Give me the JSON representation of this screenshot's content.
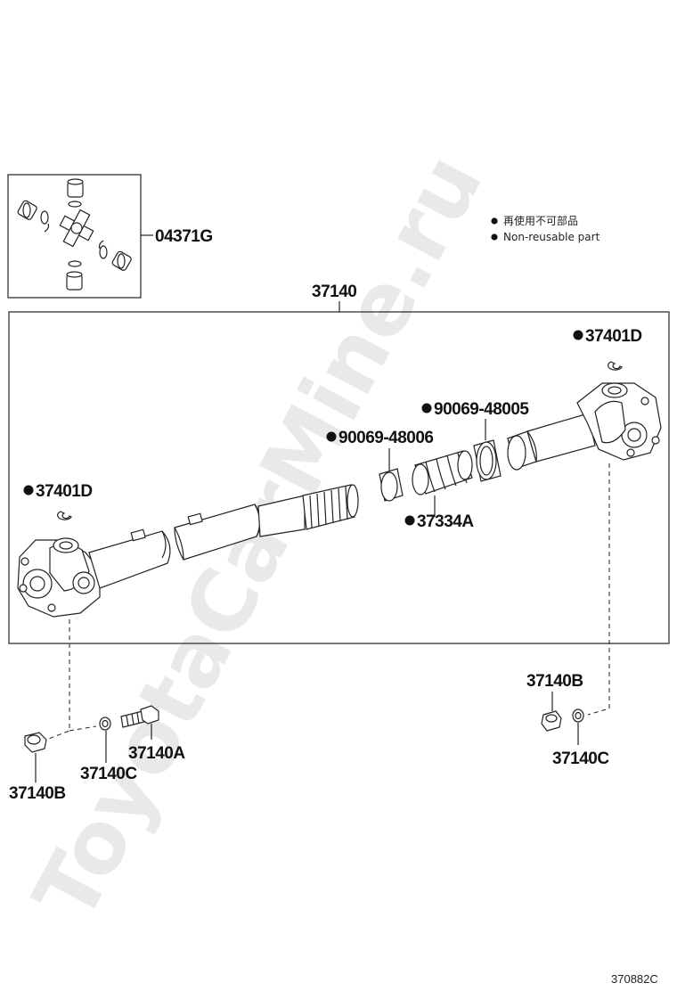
{
  "legend": {
    "jp": "再使用不可部品",
    "en": "Non-reusable part"
  },
  "labels": {
    "kit": "04371G",
    "shaft_assembly": "37140",
    "snap_ring_right": "37401D",
    "snap_ring_left": "37401D",
    "ring_right": "90069-48005",
    "ring_left": "90069-48006",
    "boot": "37334A",
    "nut_right": "37140B",
    "washer_right": "37140C",
    "nut_left": "37140B",
    "washer_left": "37140C",
    "bolt_left": "37140A"
  },
  "non_reusable": {
    "snap_ring_right": true,
    "snap_ring_left": true,
    "ring_right": true,
    "ring_left": true,
    "boot": true
  },
  "diagram_code": "370882C",
  "watermark": "ToyotaCarMine.ru"
}
